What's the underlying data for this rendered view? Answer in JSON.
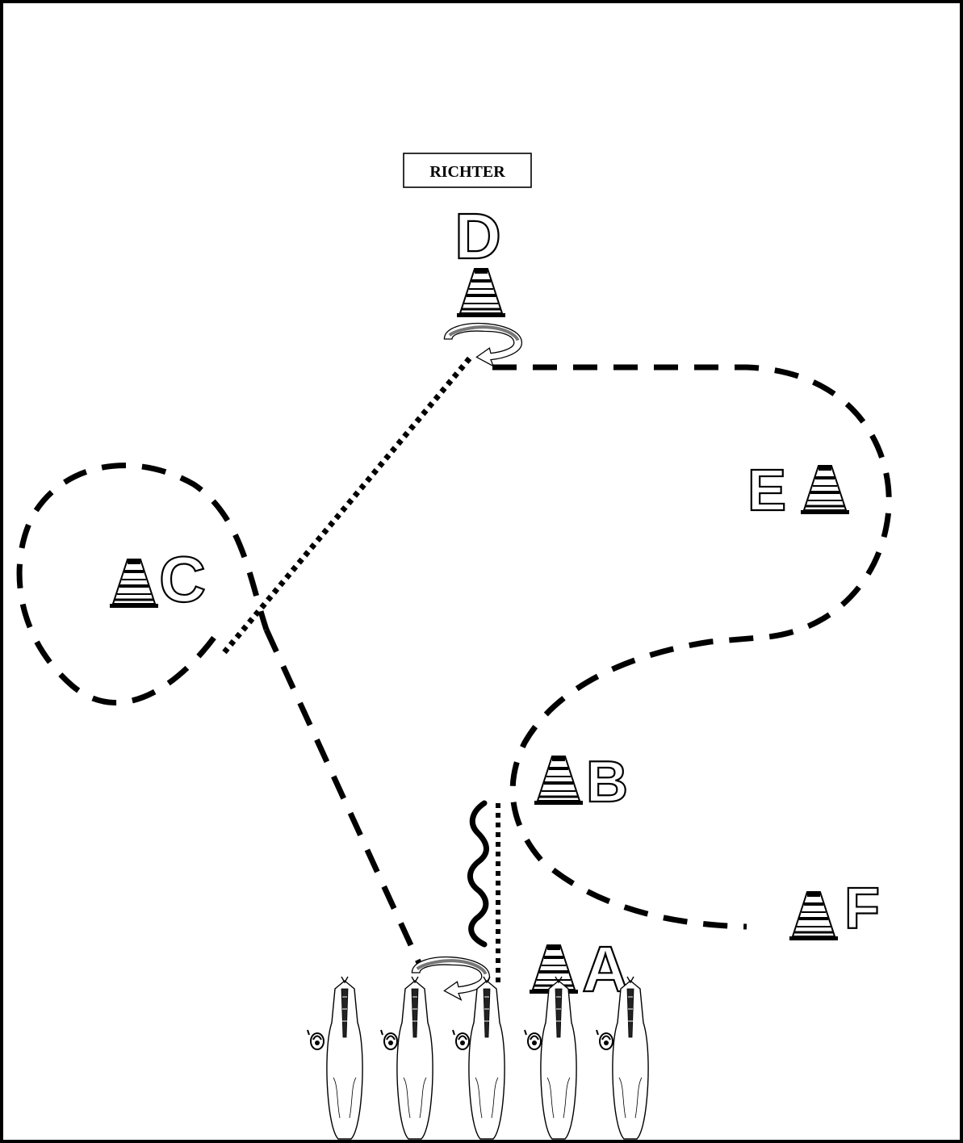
{
  "judge_label": "RICHTER",
  "markers": {
    "A": "A",
    "B": "B",
    "C": "C",
    "D": "D",
    "E": "E",
    "F": "F"
  },
  "icons": {
    "marker": "traffic-cone-icon",
    "turn": "turn-arrow-icon",
    "horse": "horse-icon",
    "rider": "rider-helmet-icon",
    "obstacle": "wavy-line-icon"
  },
  "horses": [
    {
      "id": "horse-1"
    },
    {
      "id": "horse-2"
    },
    {
      "id": "horse-3"
    },
    {
      "id": "horse-4"
    },
    {
      "id": "horse-5"
    }
  ]
}
